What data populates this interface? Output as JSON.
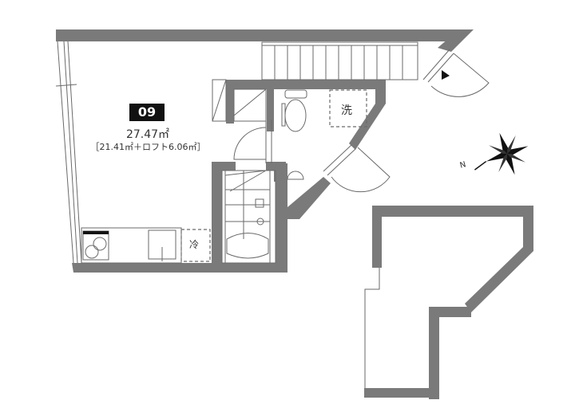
{
  "plan": {
    "unit_number": "09",
    "total_area": "27.47㎡",
    "area_breakdown": "［21.41㎡＋ロフト6.06㎡］",
    "labels": {
      "washer": "洗",
      "fridge": "冷"
    },
    "compass": {
      "north_label": "N"
    },
    "colors": {
      "wall": "#7a7a7a",
      "badge_bg": "#111111",
      "badge_text": "#ffffff",
      "line": "#6a6a6a"
    }
  }
}
